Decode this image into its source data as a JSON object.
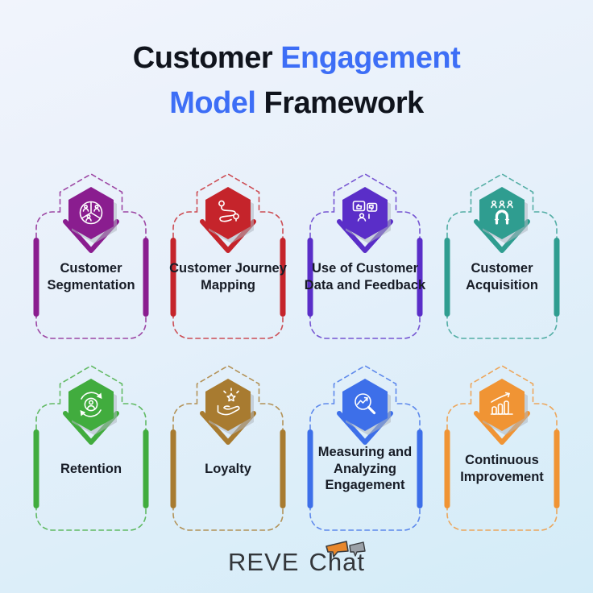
{
  "title": {
    "line1_black": "Customer ",
    "line1_blue": "Engagement",
    "line2_blue": "Model ",
    "line2_black": "Framework"
  },
  "cards": [
    {
      "label": "Customer Segmentation",
      "color": "#8A1D8F",
      "icon": "segmentation-icon"
    },
    {
      "label": "Customer Journey Mapping",
      "color": "#C5242B",
      "icon": "journey-route-icon"
    },
    {
      "label": "Use of Customer Data and Feedback",
      "color": "#5A2EC8",
      "icon": "feedback-screens-icon"
    },
    {
      "label": "Customer Acquisition",
      "color": "#2F9D90",
      "icon": "magnet-people-icon"
    },
    {
      "label": "Retention",
      "color": "#41AC3E",
      "icon": "retention-cycle-icon"
    },
    {
      "label": "Loyalty",
      "color": "#A87B30",
      "icon": "hand-star-icon"
    },
    {
      "label": "Measuring and Analyzing Engagement",
      "color": "#3D6FE9",
      "icon": "magnifier-trend-icon"
    },
    {
      "label": "Continuous Improvement",
      "color": "#F09434",
      "icon": "growth-chart-icon"
    }
  ],
  "footer": {
    "brand_word1": "REVE",
    "brand_word2": "Chat"
  },
  "colors": {
    "background_top": "#F1F4FC",
    "background_bottom": "#D3ECF8",
    "title_black": "#10141D",
    "title_blue": "#3D6EF6",
    "card_label": "#171C26",
    "logo_text": "#33363A",
    "bubble_orange": "#E8872B",
    "bubble_gray": "#9BA1A8"
  }
}
